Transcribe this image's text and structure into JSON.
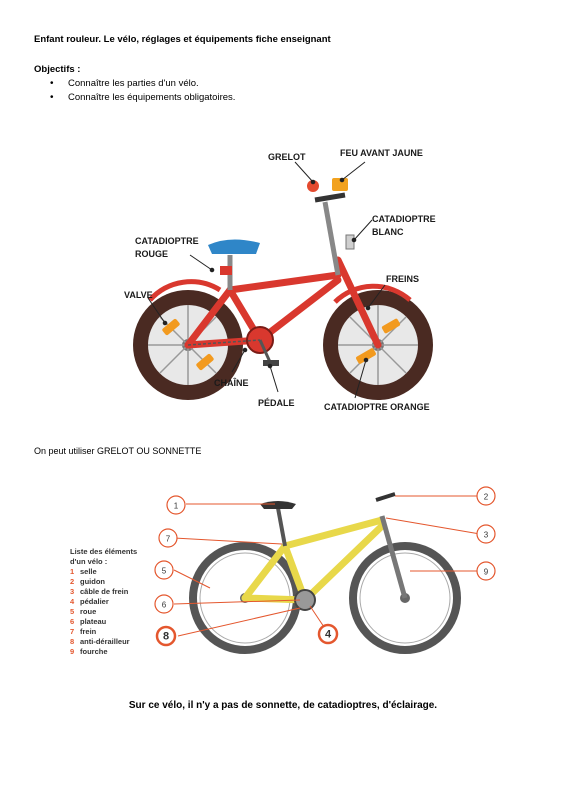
{
  "header": {
    "title": "Enfant rouleur. Le vélo, réglages et équipements fiche enseignant"
  },
  "objectives": {
    "heading": "Objectifs :",
    "items": [
      "Connaître les parties d'un vélo.",
      "Connaître les équipements obligatoires."
    ]
  },
  "kids_bike": {
    "labels": {
      "grelot": "GRELOT",
      "feu_avant": "FEU AVANT JAUNE",
      "catadioptre_blanc_1": "CATADIOPTRE",
      "catadioptre_blanc_2": "BLANC",
      "catadioptre_rouge_1": "CATADIOPTRE",
      "catadioptre_rouge_2": "ROUGE",
      "freins": "FREINS",
      "valve": "VALVE",
      "chaine": "CHAÎNE",
      "pedale": "PÉDALE",
      "catadioptre_orange": "CATADIOPTRE ORANGE"
    },
    "colors": {
      "frame": "#d9382e",
      "saddle": "#2f86c8",
      "tire": "#4a2a22",
      "reflector": "#f29a1f"
    }
  },
  "note": "On peut utiliser GRELOT OU SONNETTE",
  "adult_bike": {
    "legend_title_1": "Liste des éléments",
    "legend_title_2": "d'un vélo :",
    "parts": [
      {
        "num": "1",
        "name": "selle"
      },
      {
        "num": "2",
        "name": "guidon"
      },
      {
        "num": "3",
        "name": "câble de frein"
      },
      {
        "num": "4",
        "name": "pédalier"
      },
      {
        "num": "5",
        "name": "roue"
      },
      {
        "num": "6",
        "name": "plateau"
      },
      {
        "num": "7",
        "name": "frein"
      },
      {
        "num": "8",
        "name": "anti-dérailleur"
      },
      {
        "num": "9",
        "name": "fourche"
      }
    ],
    "colors": {
      "frame": "#e8d84a",
      "number": "#e4572e",
      "tire": "#555555"
    }
  },
  "conclusion": "Sur ce vélo, il n'y a pas de sonnette, de catadioptres, d'éclairage."
}
